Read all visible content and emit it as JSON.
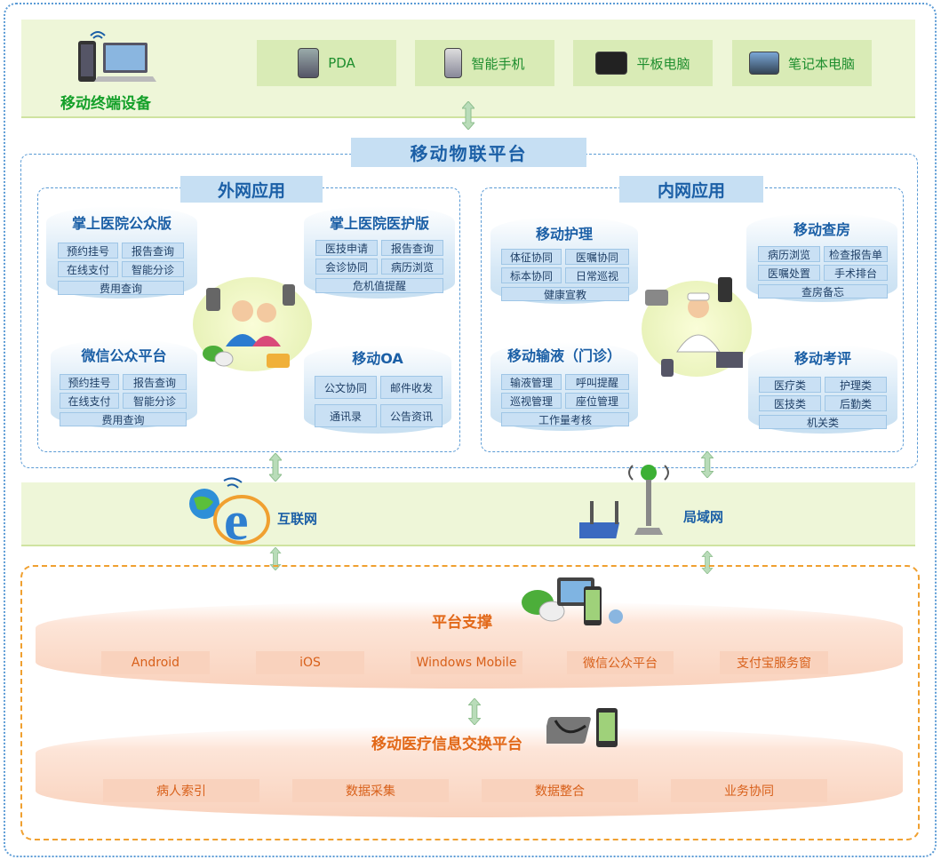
{
  "terminal": {
    "title": "移动终端设备",
    "devices": [
      "PDA",
      "智能手机",
      "平板电脑",
      "笔记本电脑"
    ]
  },
  "platform": {
    "title": "移动物联平台",
    "external": {
      "title": "外网应用",
      "public_app": {
        "title": "掌上医院公众版",
        "items": [
          "预约挂号",
          "报告查询",
          "在线支付",
          "智能分诊",
          "费用查询"
        ]
      },
      "staff_app": {
        "title": "掌上医院医护版",
        "items": [
          "医技申请",
          "报告查询",
          "会诊协同",
          "病历浏览",
          "危机值提醒"
        ]
      },
      "wechat": {
        "title": "微信公众平台",
        "items": [
          "预约挂号",
          "报告查询",
          "在线支付",
          "智能分诊",
          "费用查询"
        ]
      },
      "oa": {
        "title": "移动OA",
        "items": [
          "公文协同",
          "邮件收发",
          "通讯录",
          "公告资讯"
        ]
      }
    },
    "internal": {
      "title": "内网应用",
      "nursing": {
        "title": "移动护理",
        "items": [
          "体征协同",
          "医嘱协同",
          "标本协同",
          "日常巡视",
          "健康宣教"
        ]
      },
      "ward": {
        "title": "移动查房",
        "items": [
          "病历浏览",
          "检查报告单",
          "医嘱处置",
          "手术排台",
          "查房备忘"
        ]
      },
      "infusion": {
        "title": "移动输液（门诊）",
        "items": [
          "输液管理",
          "呼叫提醒",
          "巡视管理",
          "座位管理",
          "工作量考核"
        ]
      },
      "evaluation": {
        "title": "移动考评",
        "items": [
          "医疗类",
          "护理类",
          "医技类",
          "后勤类",
          "机关类"
        ]
      }
    }
  },
  "network": {
    "internet": "互联网",
    "lan": "局域网"
  },
  "support": {
    "title": "平台支撑",
    "items": [
      "Android",
      "iOS",
      "Windows Mobile",
      "微信公众平台",
      "支付宝服务窗"
    ]
  },
  "exchange": {
    "title": "移动医疗信息交换平台",
    "items": [
      "病人索引",
      "数据采集",
      "数据整合",
      "业务协同"
    ]
  }
}
